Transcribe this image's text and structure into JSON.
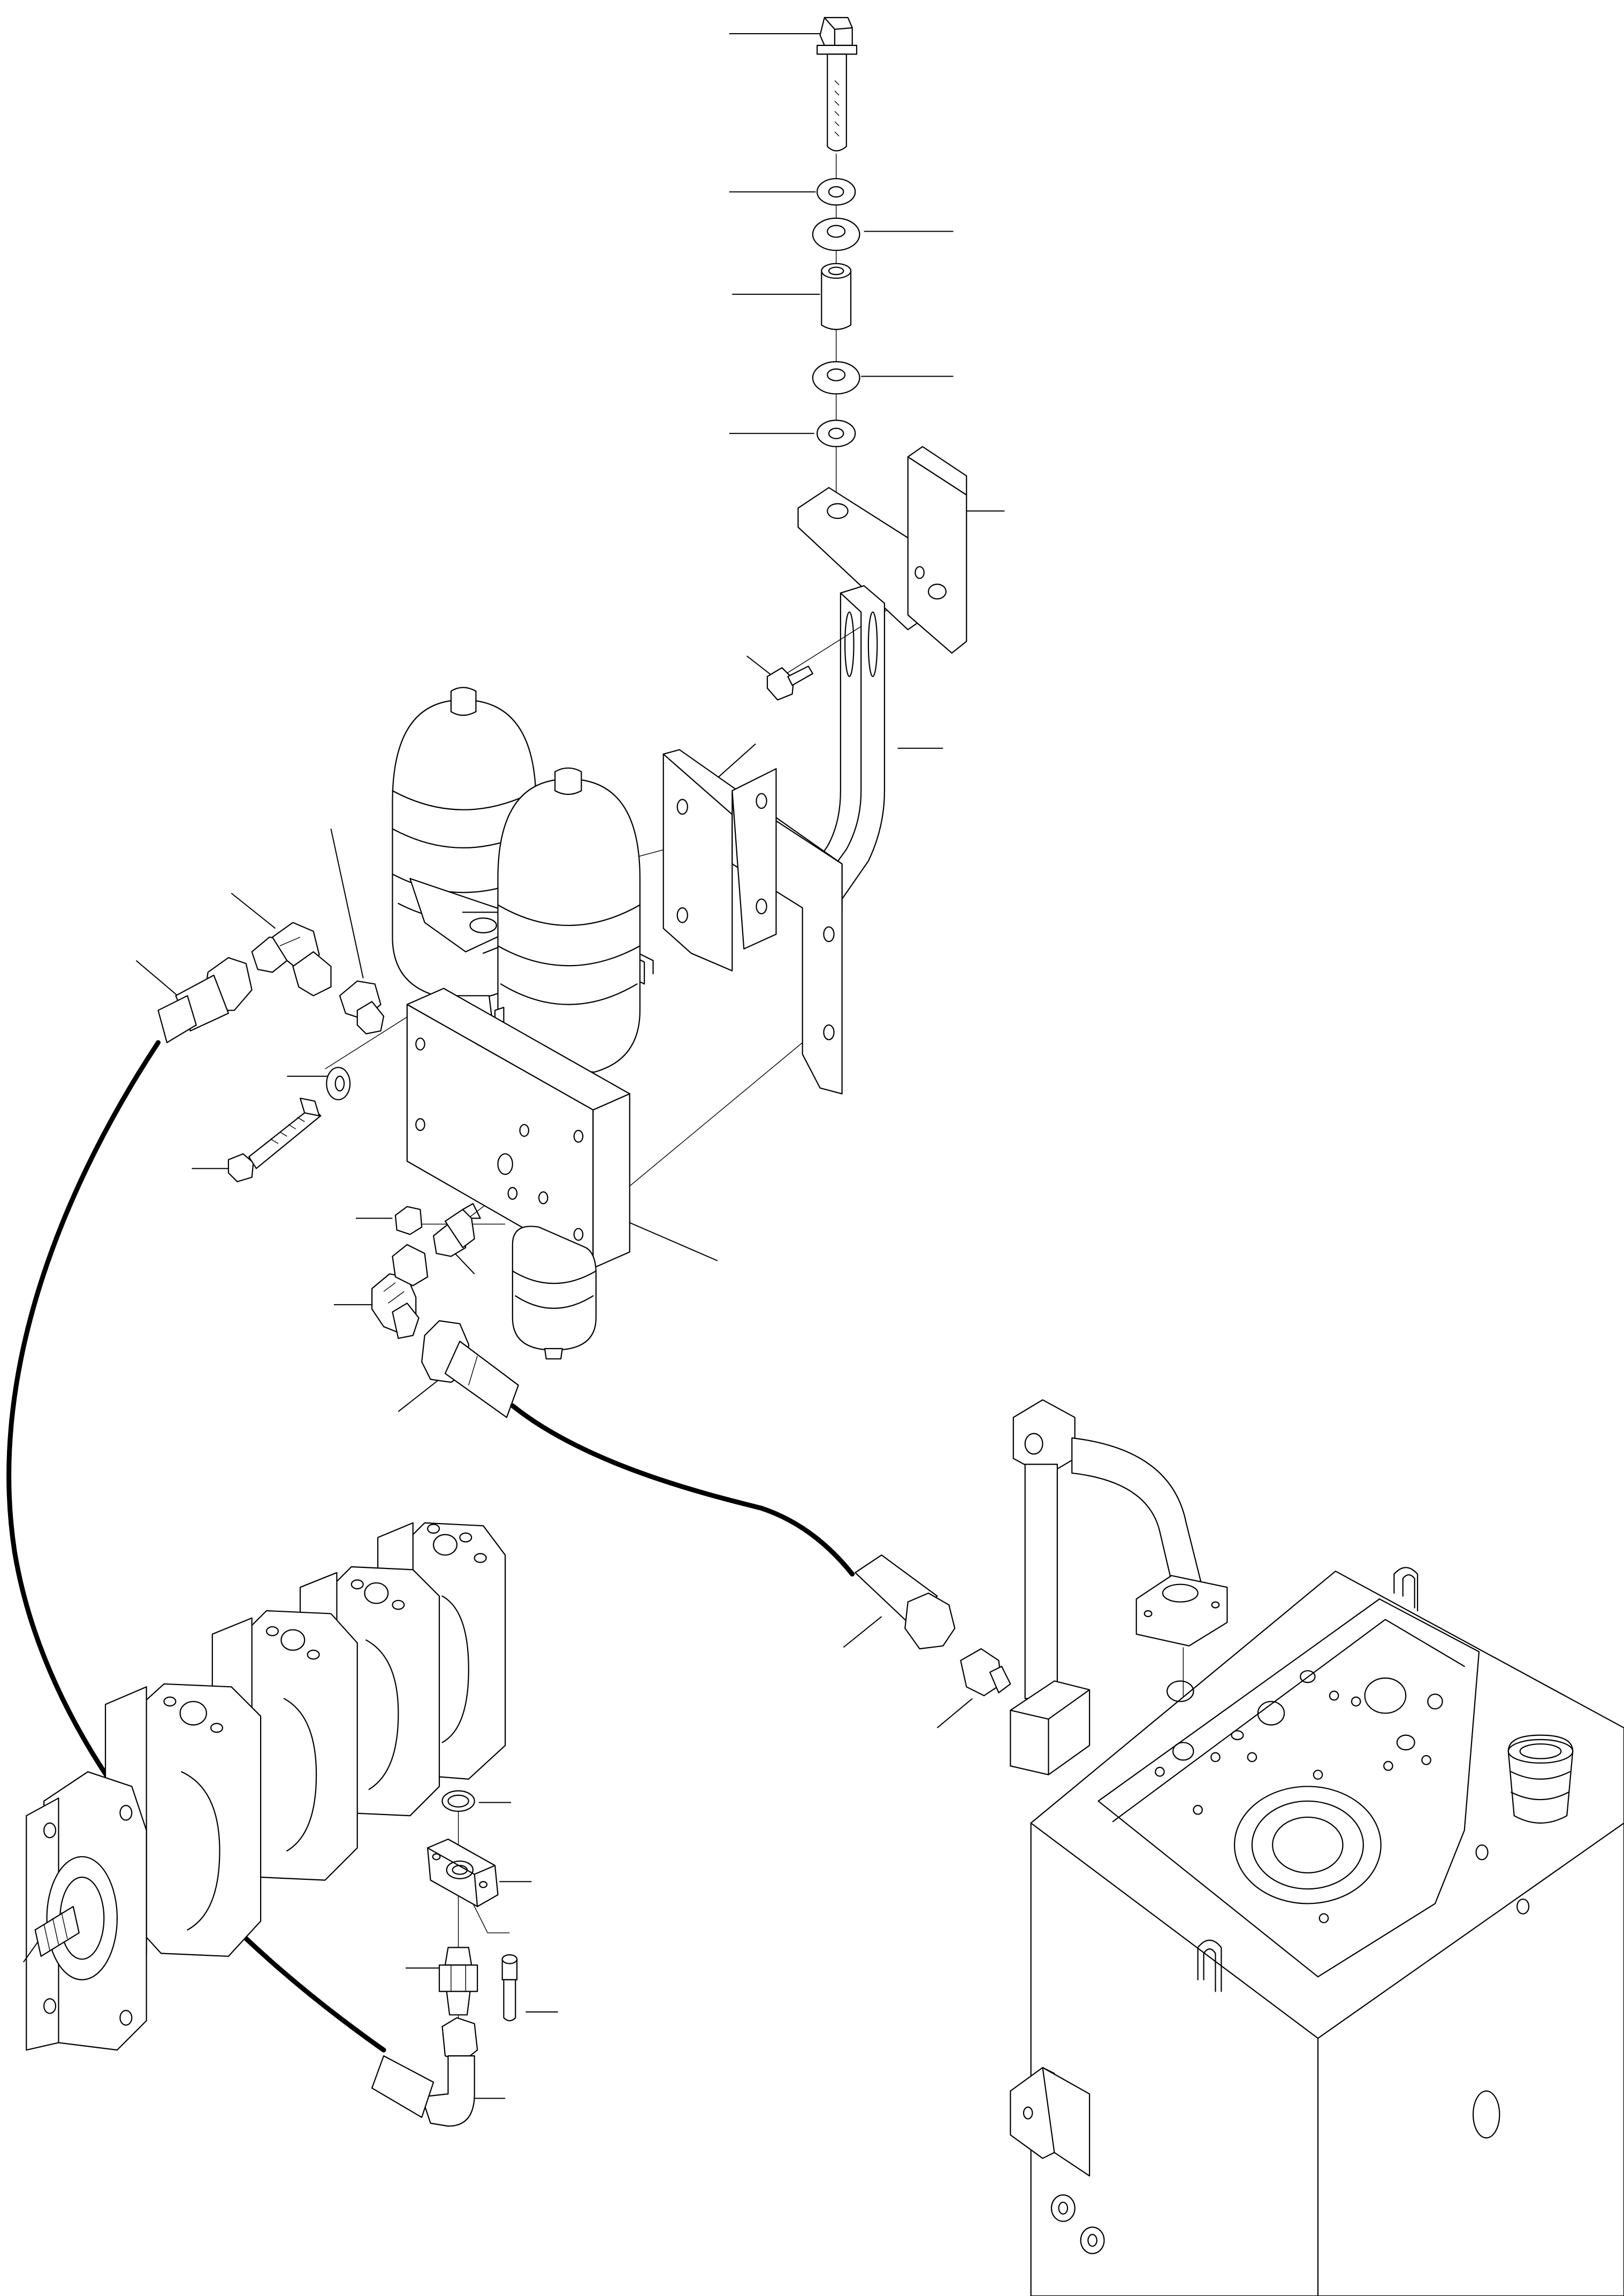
{
  "drawing": {
    "components": [
      "hex-bolt-long",
      "washer",
      "spacer-sleeve",
      "mounting-bracket",
      "bracket-screw",
      "accumulator",
      "accumulator-clamp",
      "valve-block",
      "hose-fitting",
      "elbow-fitting",
      "straight-adapter",
      "socket-head-screw",
      "o-ring",
      "split-flange",
      "hydraulic-hose",
      "tandem-hydraulic-pump",
      "hydraulic-tank",
      "return-pipe"
    ]
  }
}
